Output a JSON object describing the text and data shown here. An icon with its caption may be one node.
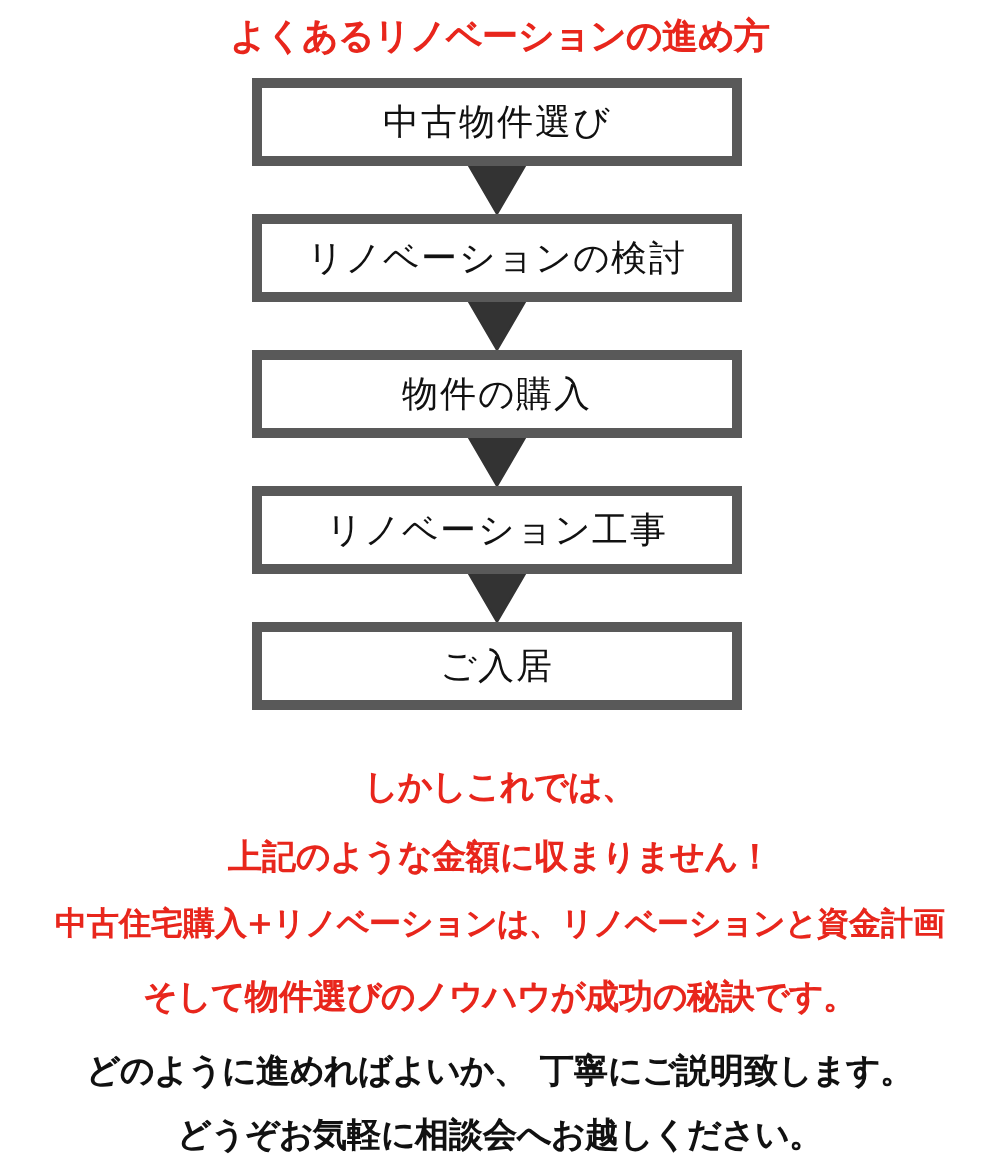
{
  "diagram": {
    "title": "よくあるリノベーションの進め方",
    "nodes": [
      {
        "text": [
          "中古物件選び"
        ]
      },
      {
        "text": [
          "リノベーションの検討"
        ]
      },
      {
        "text": [
          "物件の購入"
        ]
      },
      {
        "text": [
          "リノベーション工事"
        ]
      },
      {
        "text": [
          "ご入居"
        ]
      }
    ],
    "edges": [
      {
        "from": 0,
        "to": 1,
        "arrow": "to"
      },
      {
        "from": 1,
        "to": 2,
        "arrow": "to"
      },
      {
        "from": 2,
        "to": 3,
        "arrow": "to"
      },
      {
        "from": 3,
        "to": 4,
        "arrow": "to"
      }
    ],
    "labels": [
      "しかしこれでは、",
      "上記のような金額に収まりません！",
      "中古住宅購入+リノベーションは、リノベーションと資金計画",
      "そして物件選びのノウハウが成功の秘訣です。",
      "どのように進めればよいか、 丁寧にご説明致します。",
      "どうぞお気軽に相談会へお越しください。"
    ]
  }
}
